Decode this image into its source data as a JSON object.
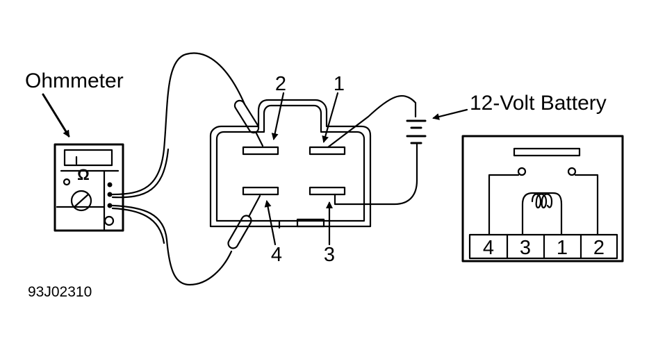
{
  "labels": {
    "ohmmeter": "Ohmmeter",
    "battery": "12-Volt Battery",
    "figure_id": "93J02310",
    "ohm_symbol": "Ω"
  },
  "terminals": {
    "t1": "1",
    "t2": "2",
    "t3": "3",
    "t4": "4"
  },
  "relay_pins": [
    "4",
    "3",
    "1",
    "2"
  ]
}
